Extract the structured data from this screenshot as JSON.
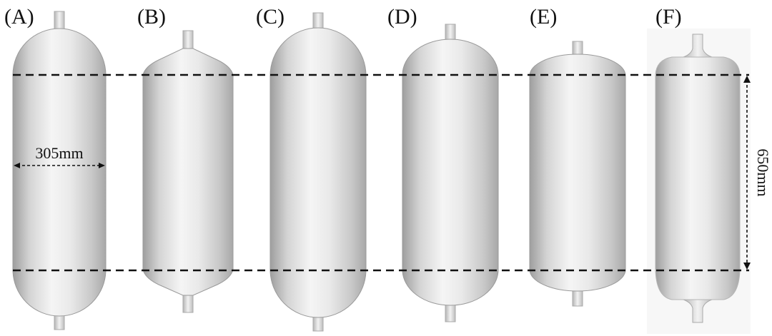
{
  "figure": {
    "panels": [
      {
        "label": "(A)",
        "head_shape": "hemispherical"
      },
      {
        "label": "(B)",
        "head_shape": "conical"
      },
      {
        "label": "(C)",
        "head_shape": "hemispherical"
      },
      {
        "label": "(D)",
        "head_shape": "ellipsoidal"
      },
      {
        "label": "(E)",
        "head_shape": "shallow-ellipsoidal"
      },
      {
        "label": "(F)",
        "head_shape": "flat-dished"
      }
    ],
    "diameter_label": "305mm",
    "length_label": "650mm",
    "colors": {
      "vessel_light": "#f4f4f4",
      "vessel_mid": "#d6d6d6",
      "vessel_dark": "#a9a9a9",
      "dash_line": "#111111"
    }
  }
}
